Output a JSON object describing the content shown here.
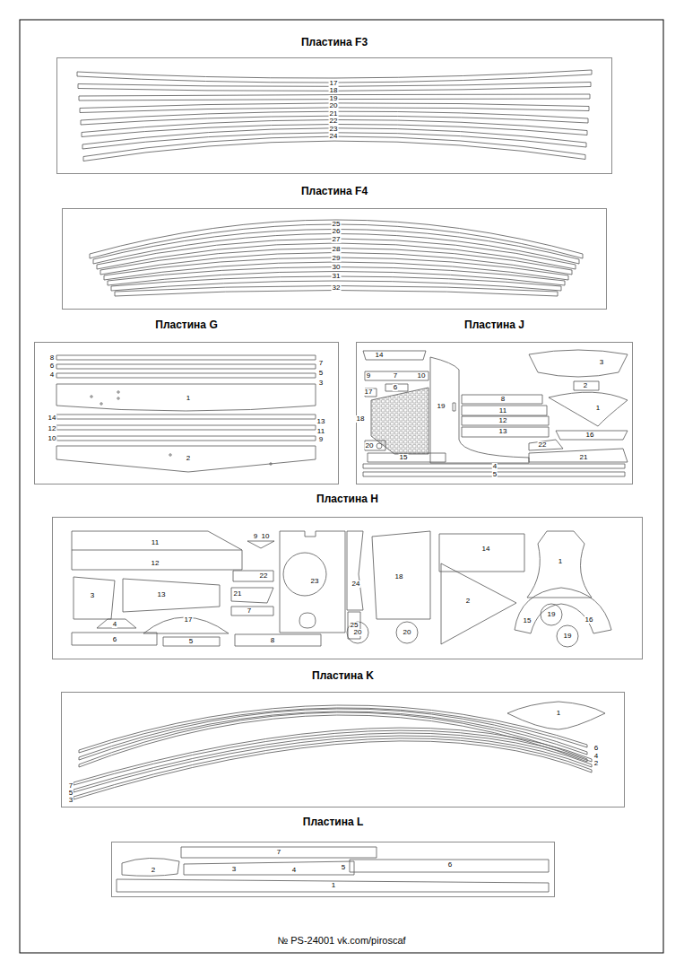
{
  "diagram": {
    "nodes": [
      {
        "text": [
          "Пластина F3"
        ]
      },
      {
        "text": [
          "Пластина F4"
        ]
      },
      {
        "text": [
          "Пластина G"
        ]
      },
      {
        "text": [
          "Пластина J"
        ]
      },
      {
        "text": [
          "Пластина H"
        ]
      },
      {
        "text": [
          "Пластина K"
        ]
      },
      {
        "text": [
          "Пластина L"
        ]
      }
    ],
    "labels": [
      "17",
      "18",
      "19",
      "20",
      "21",
      "22",
      "23",
      "24",
      "25",
      "26",
      "27",
      "28",
      "29",
      "30",
      "31",
      "32",
      "8",
      "6",
      "4",
      "7",
      "5",
      "3",
      "1",
      "14",
      "12",
      "10",
      "13",
      "11",
      "9",
      "2",
      "14",
      "9",
      "7",
      "10",
      "6",
      "17",
      "18",
      "19",
      "8",
      "11",
      "12",
      "13",
      "20",
      "15",
      "3",
      "2",
      "1",
      "16",
      "22",
      "21",
      "4",
      "5",
      "11",
      "12",
      "9",
      "10",
      "3",
      "13",
      "22",
      "21",
      "7",
      "4",
      "17",
      "6",
      "5",
      "8",
      "23",
      "24",
      "25",
      "20",
      "20",
      "18",
      "14",
      "2",
      "1",
      "15",
      "19",
      "16",
      "19",
      "1",
      "6",
      "4",
      "2",
      "7",
      "5",
      "3",
      "7",
      "2",
      "3",
      "4",
      "5",
      "6",
      "1",
      "№ PS-24001 vk.com/piroscaf"
    ]
  }
}
